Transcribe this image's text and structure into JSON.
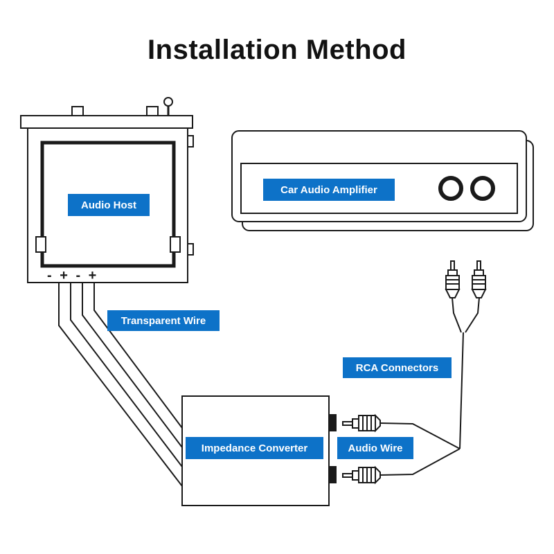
{
  "title": "Installation Method",
  "labels": {
    "audio_host": "Audio Host",
    "car_audio_amplifier": "Car Audio Amplifier",
    "transparent_wire": "Transparent Wire",
    "rca_connectors": "RCA Connectors",
    "impedance_converter": "Impedance Converter",
    "audio_wire": "Audio Wire"
  },
  "annotations": {
    "terminal_marks": "- + - +"
  },
  "colors": {
    "label_background": "#0d72c8",
    "label_text": "#ffffff",
    "line_art": "#1a1a1a",
    "page_background": "#ffffff"
  }
}
